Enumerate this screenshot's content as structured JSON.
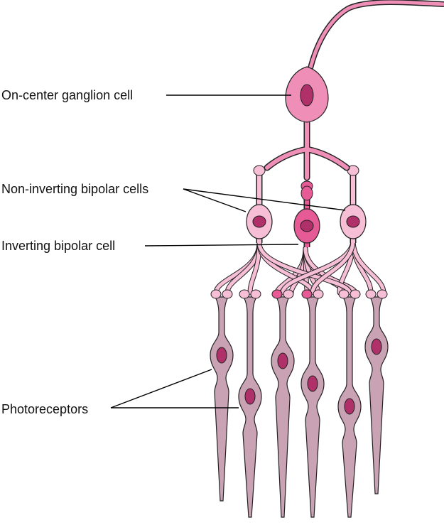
{
  "labels": {
    "ganglion": "On-center ganglion cell",
    "non_inverting": "Non-inverting bipolar cells",
    "inverting": "Inverting bipolar cell",
    "photoreceptors": "Photoreceptors"
  },
  "colors": {
    "ganglion_fill": "#ef8fb8",
    "bipolar_light_fill": "#f6bfd5",
    "bipolar_inverting_fill": "#e65a95",
    "nucleus_fill": "#b0306a",
    "photoreceptor_fill": "#c9a2b4",
    "outline": "#222222",
    "leader_line": "#000000"
  }
}
